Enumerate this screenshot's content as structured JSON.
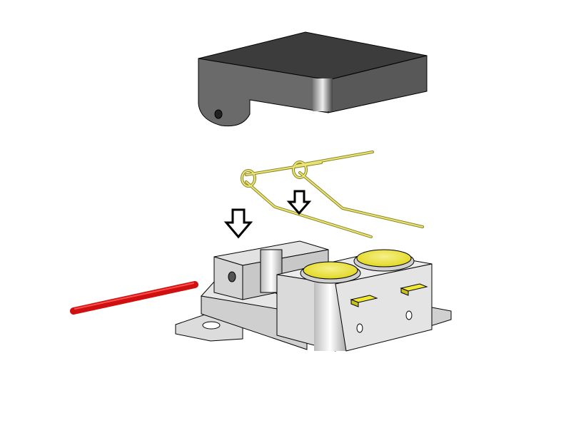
{
  "figure": {
    "type": "exploded-assembly-view",
    "parts": [
      {
        "id": "lid",
        "icon": "lid-cover",
        "color": "#5a5a5a"
      },
      {
        "id": "torsion-spring-left",
        "icon": "spring",
        "color": "#e8e070"
      },
      {
        "id": "torsion-spring-right",
        "icon": "spring",
        "color": "#e8e070"
      },
      {
        "id": "hinge-pin",
        "icon": "pin-rod",
        "color": "#dd1111"
      },
      {
        "id": "base",
        "icon": "base-housing",
        "color": "#d8d8d8"
      },
      {
        "id": "buttons",
        "icon": "round-button",
        "color": "#f0ea30"
      }
    ],
    "arrows": [
      {
        "icon": "arrow-down-icon",
        "direction": "down"
      },
      {
        "icon": "arrow-down-icon",
        "direction": "down"
      }
    ],
    "colors": {
      "background": "#ffffff",
      "outline": "#000000"
    }
  }
}
